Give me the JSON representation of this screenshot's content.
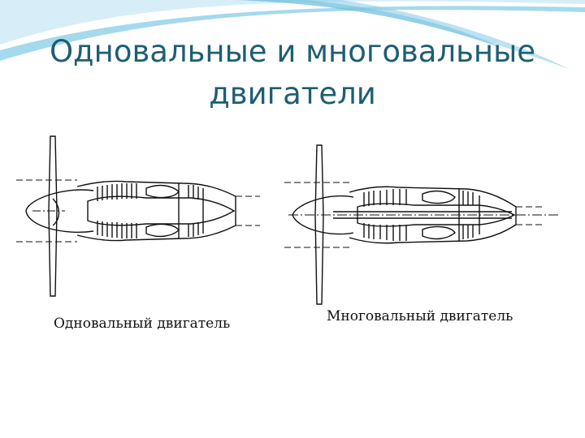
{
  "slide": {
    "title_line1": "Одновальные и многовальные",
    "title_line2": "двигатели"
  },
  "figures": [
    {
      "caption": "Одновальный двигатель"
    },
    {
      "caption": "Многовальный двигатель"
    }
  ],
  "colors": {
    "title": "#1f5e73",
    "wave_light": "#d7eef8",
    "wave_mid": "#8ecfe8",
    "wave_dark": "#4aa7cf"
  }
}
